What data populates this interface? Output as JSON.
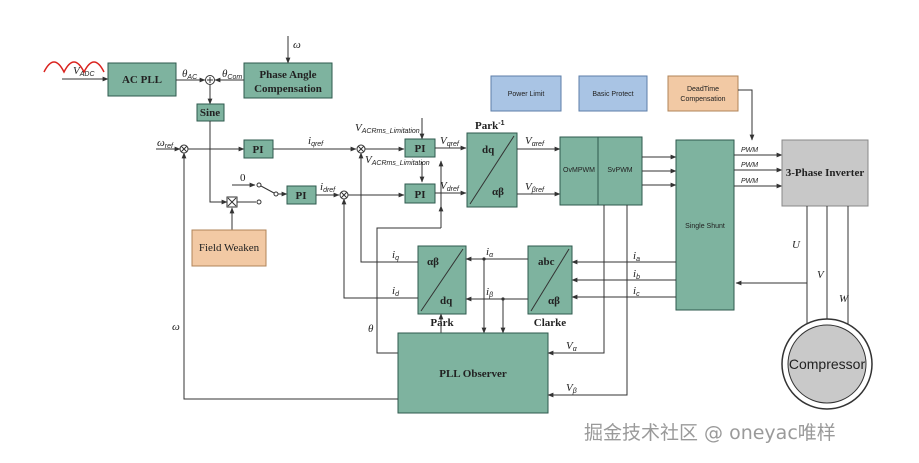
{
  "blocks": {
    "ac_pll": "AC PLL",
    "phase_angle_1": "Phase Angle",
    "phase_angle_2": "Compensation",
    "sine": "Sine",
    "pi": "PI",
    "power_limit": "Power Limit",
    "basic_protect": "Basic Protect",
    "deadtime_1": "DeadTime",
    "deadtime_2": "Compensation",
    "park_inv_title": "Park",
    "park_inv_sup": "-1",
    "dq": "dq",
    "ab": "αβ",
    "ovmpwm": "OvMPWM",
    "svpwm": "SvPWM",
    "single_shunt": "Single Shunt",
    "inverter": "3-Phase Inverter",
    "field_weaken": "Field Weaken",
    "park": "Park",
    "clarke": "Clarke",
    "abc": "abc",
    "pll_observer": "PLL Observer",
    "compressor": "Compressor"
  },
  "signals": {
    "v": "V",
    "v_sub": "ADC",
    "omega": "ω",
    "omega_ref": "ω",
    "omega_ref_sub": "ref",
    "theta_ac": "θ",
    "theta_ac_sub": "AC",
    "theta_com": "θ",
    "theta_com_sub": "Com",
    "iqref": "i",
    "iqref_sub": "qref",
    "idref": "i",
    "idref_sub": "dref",
    "zero": "0",
    "vac_lim_top": "V",
    "vac_lim_top_sub": "ACRms_Limitation",
    "vac_lim_mid": "V",
    "vac_lim_mid_sub": "ACRms_Limitation",
    "vqref": "V",
    "vqref_sub": "qref",
    "vdref": "V",
    "vdref_sub": "dref",
    "varef": "V",
    "varef_sub": "αref",
    "vbref": "V",
    "vbref_sub": "βref",
    "pwm": "PWM",
    "iq": "i",
    "iq_sub": "q",
    "id": "i",
    "id_sub": "d",
    "ia": "i",
    "ia_sub": "α",
    "ib": "i",
    "ib_sub": "β",
    "ia_ph": "i",
    "ia_ph_sub": "a",
    "ib_ph": "i",
    "ib_ph_sub": "b",
    "ic_ph": "i",
    "ic_ph_sub": "c",
    "u": "U",
    "vv": "V",
    "w": "W",
    "theta": "θ",
    "omega_fb": "ω",
    "va": "V",
    "va_sub": "α",
    "vb": "V",
    "vb_sub": "β"
  },
  "watermark": "掘金技术社区 @ oneyac唯样",
  "colors": {
    "block_green": "#7eb39f",
    "block_blue": "#a9c4e4",
    "block_orange": "#f2c9a4",
    "inverter_gray": "#c8c8c8",
    "line": "#333333",
    "sine_wave": "#d9231f"
  }
}
